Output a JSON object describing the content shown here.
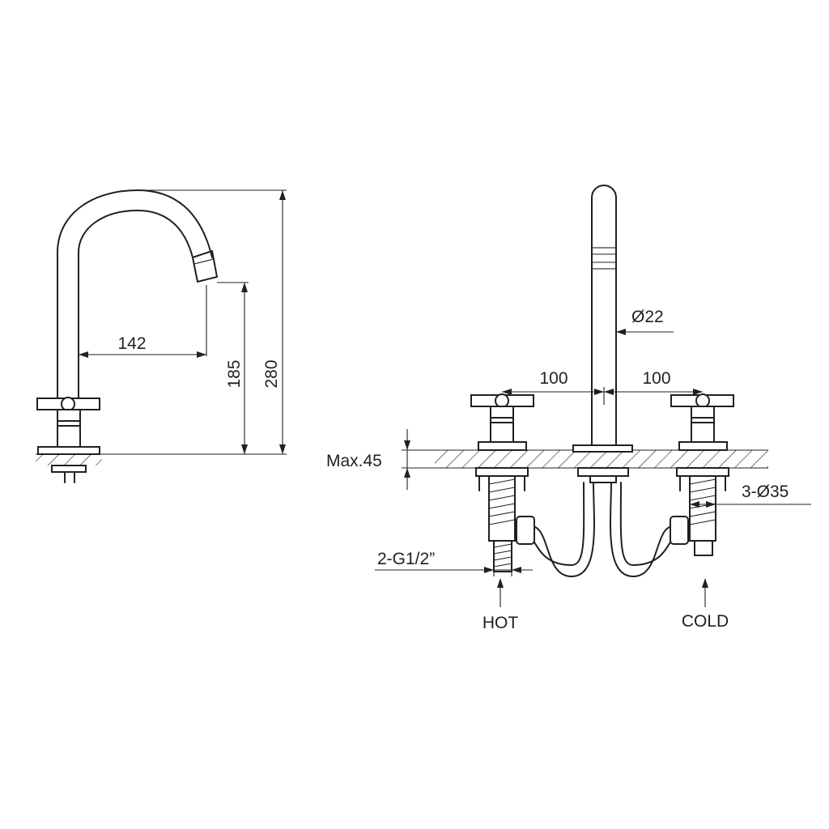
{
  "side_view": {
    "dim_reach": "142",
    "dim_outlet_height": "185",
    "dim_total_height": "280"
  },
  "front_view": {
    "dim_spout_diameter": "Ø22",
    "dim_spacing_left": "100",
    "dim_spacing_right": "100",
    "dim_deck_thickness": "Max.45",
    "dim_hole_diameter": "3-Ø35",
    "dim_connection": "2-G1/2”",
    "label_hot": "HOT",
    "label_cold": "COLD"
  }
}
